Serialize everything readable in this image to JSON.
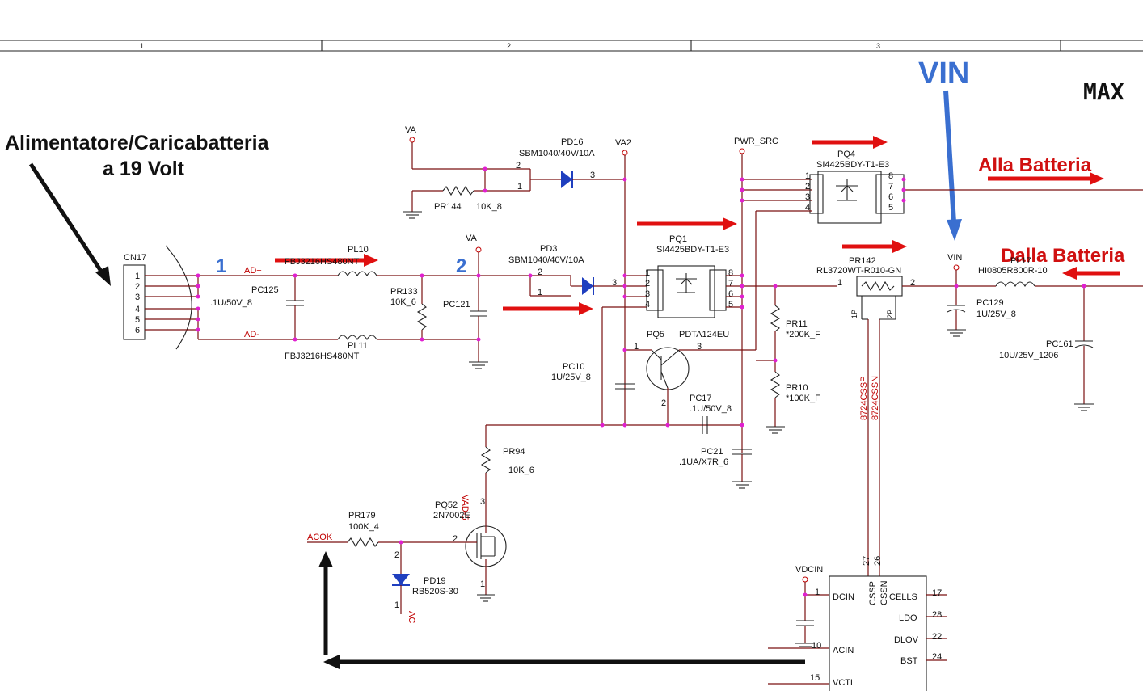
{
  "frame": {
    "columns": [
      "1",
      "2",
      "3"
    ]
  },
  "annotations": {
    "source_line1": "Alimentatore/Caricabatteria",
    "source_line2": "a 19 Volt",
    "vin": "VIN",
    "max": "MAX",
    "to_battery": "Alla Batteria",
    "from_battery": "Dalla Batteria",
    "point1": "1",
    "point2": "2"
  },
  "nets": {
    "va": "VA",
    "va2": "VA2",
    "pwr_src": "PWR_SRC",
    "vin": "VIN",
    "ad_plus": "AD+",
    "ad_minus": "AD-",
    "acok": "ACOK",
    "vdcin": "VDCIN",
    "vad5": "VAD-5",
    "ac": "AC",
    "cssp_net": "8724CSSP",
    "cssn_net": "8724CSSN"
  },
  "components": {
    "cn17": {
      "ref": "CN17",
      "pins": [
        "1",
        "2",
        "3",
        "4",
        "5",
        "6"
      ]
    },
    "pl10": {
      "ref": "PL10",
      "value": "FBJ3216HS480NT"
    },
    "pl11": {
      "ref": "PL11",
      "value": "FBJ3216HS480NT"
    },
    "pc125": {
      "ref": "PC125",
      "value": ".1U/50V_8"
    },
    "pr133": {
      "ref": "PR133",
      "value": "10K_6"
    },
    "pc121": {
      "ref": "PC121"
    },
    "pd16": {
      "ref": "PD16",
      "value": "SBM1040/40V/10A",
      "pin_a": "2",
      "pin_b": "1",
      "pin_k": "3"
    },
    "pd3": {
      "ref": "PD3",
      "value": "SBM1040/40V/10A",
      "pin_a": "2",
      "pin_b": "1",
      "pin_k": "3"
    },
    "pr144": {
      "ref": "PR144",
      "value": "10K_8"
    },
    "pq1": {
      "ref": "PQ1",
      "value": "SI4425BDY-T1-E3",
      "pins_l": [
        "1",
        "2",
        "3",
        "4"
      ],
      "pins_r": [
        "8",
        "7",
        "6",
        "5"
      ]
    },
    "pq4": {
      "ref": "PQ4",
      "value": "SI4425BDY-T1-E3",
      "pins_l": [
        "1",
        "2",
        "3",
        "4"
      ],
      "pins_r": [
        "8",
        "7",
        "6",
        "5"
      ]
    },
    "pq5": {
      "ref": "PQ5",
      "value": "PDTA124EU",
      "pin1": "1",
      "pin2": "2",
      "pin3": "3"
    },
    "pc10": {
      "ref": "PC10",
      "value": "1U/25V_8"
    },
    "pc17": {
      "ref": "PC17",
      "value": ".1U/50V_8"
    },
    "pc21": {
      "ref": "PC21",
      "value": ".1UA/X7R_6"
    },
    "pr11": {
      "ref": "PR11",
      "value": "*200K_F"
    },
    "pr10": {
      "ref": "PR10",
      "value": "*100K_F"
    },
    "pr142": {
      "ref": "PR142",
      "value": "RL3720WT-R010-GN",
      "pin1": "1",
      "pin2": "2",
      "pin1p": "1P",
      "pin2p": "2P"
    },
    "pc129": {
      "ref": "PC129",
      "value": "1U/25V_8"
    },
    "pl17": {
      "ref": "PL17",
      "value": "HI0805R800R-10"
    },
    "pc161": {
      "ref": "PC161",
      "value": "10U/25V_1206"
    },
    "pr94": {
      "ref": "PR94",
      "value": "10K_6"
    },
    "pq52": {
      "ref": "PQ52",
      "value": "2N7002E",
      "pin_d": "3",
      "pin_g": "2",
      "pin_s": "1"
    },
    "pr179": {
      "ref": "PR179",
      "value": "100K_4"
    },
    "pd19": {
      "ref": "PD19",
      "value": "RB520S-30",
      "pin_a": "2",
      "pin_k": "1"
    }
  },
  "ic": {
    "pins_left": [
      {
        "num": "1",
        "name": "DCIN"
      },
      {
        "num": "10",
        "name": "ACIN"
      },
      {
        "num": "15",
        "name": "VCTL"
      }
    ],
    "pins_top": [
      {
        "num": "27",
        "name": "CSSP"
      },
      {
        "num": "26",
        "name": "CSSN"
      }
    ],
    "pins_right": [
      {
        "num": "17",
        "name": "CELLS"
      },
      {
        "num": "28",
        "name": "LDO"
      },
      {
        "num": "22",
        "name": "DLOV"
      },
      {
        "num": "24",
        "name": "BST"
      }
    ]
  },
  "colors": {
    "wire": "#7a1010",
    "junction": "#e020d0",
    "arrow_red": "#e01010",
    "arrow_blue": "#3a6fd0",
    "arrow_black": "#111111",
    "diode_fill": "#1f3fbf"
  }
}
